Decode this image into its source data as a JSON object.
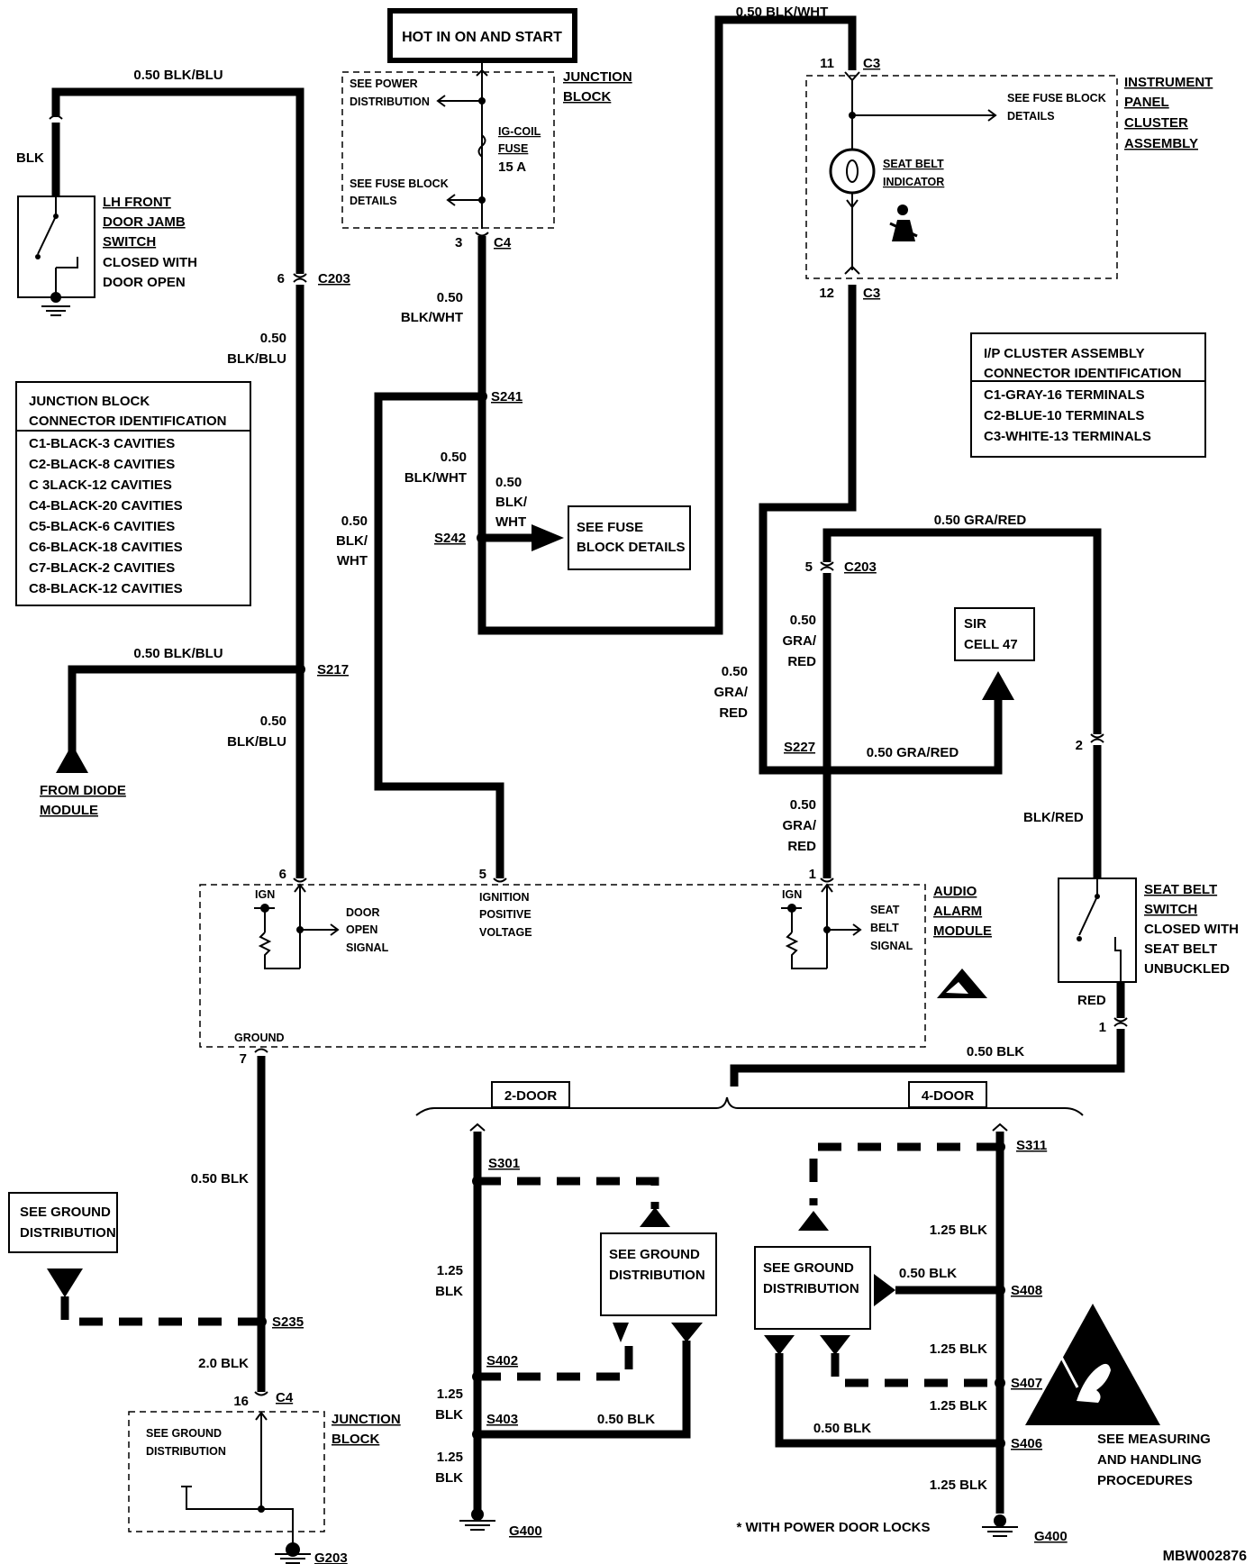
{
  "power_box": "HOT IN ON AND START",
  "junction_block_top": {
    "title_line1": "JUNCTION",
    "title_line2": "BLOCK",
    "see_power_line1": "SEE POWER",
    "see_power_line2": "DISTRIBUTION",
    "fuse_line1": "IG-COIL",
    "fuse_line2": "FUSE",
    "fuse_line3": "15 A",
    "see_fuse_line1": "SEE FUSE BLOCK",
    "see_fuse_line2": "DETAILS",
    "pin": "3",
    "connector": "C4"
  },
  "lh_switch": {
    "wire_top": "0.50 BLK/BLU",
    "wire_color": "BLK",
    "label_line1": "LH FRONT",
    "label_line2": "DOOR JAMB",
    "label_line3": "SWITCH",
    "label_line4": "CLOSED WITH",
    "label_line5": "DOOR OPEN",
    "c203_pin": "6",
    "c203": "C203",
    "wire_a1": "0.50",
    "wire_a2": "BLK/BLU"
  },
  "jb_connectors": {
    "title_line1": "JUNCTION BLOCK",
    "title_line2": "CONNECTOR IDENTIFICATION",
    "rows": [
      "C1-BLACK-3 CAVITIES",
      "C2-BLACK-8 CAVITIES",
      "C  3LACK-12 CAVITIES",
      "C4-BLACK-20 CAVITIES",
      "C5-BLACK-6 CAVITIES",
      "C6-BLACK-18 CAVITIES",
      "C7-BLACK-2 CAVITIES",
      "C8-BLACK-12 CAVITIES"
    ]
  },
  "diode": {
    "wire": "0.50 BLK/BLU",
    "splice": "S217",
    "wire_b1": "0.50",
    "wire_b2": "BLK/BLU",
    "label_line1": "FROM DIODE",
    "label_line2": "MODULE"
  },
  "ign_feed": {
    "w1a": "0.50",
    "w1b": "BLK/WHT",
    "s241": "S241",
    "w2a": "0.50",
    "w2b": "BLK/WHT",
    "w3a": "0.50",
    "w3b": "BLK/",
    "w3c": "WHT",
    "s242": "S242",
    "w4a": "0.50",
    "w4b": "BLK/",
    "w4c": "WHT",
    "see_fuse_line1": "SEE FUSE",
    "see_fuse_line2": "BLOCK DETAILS",
    "top_wire": "0.50 BLK/WHT"
  },
  "ipc": {
    "pin11": "11",
    "c3_top": "C3",
    "title_line1": "INSTRUMENT",
    "title_line2": "PANEL",
    "title_line3": "CLUSTER",
    "title_line4": "ASSEMBLY",
    "see_fuse_line1": "SEE FUSE BLOCK",
    "see_fuse_line2": "DETAILS",
    "indicator_line1": "SEAT BELT",
    "indicator_line2": "INDICATOR",
    "pin12": "12",
    "c3_bottom": "C3"
  },
  "ipc_connectors": {
    "title_line1": "I/P CLUSTER ASSEMBLY",
    "title_line2": "CONNECTOR IDENTIFICATION",
    "rows": [
      "C1-GRAY-16 TERMINALS",
      "C2-BLUE-10 TERMINALS",
      "C3-WHITE-13 TERMINALS"
    ]
  },
  "seat_belt_circuit": {
    "top_wire": "0.50 GRA/RED",
    "c203_pin": "5",
    "c203": "C203",
    "wa1": "0.50",
    "wa2": "GRA/",
    "wa3": "RED",
    "wb1": "0.50",
    "wb2": "GRA/",
    "wb3": "RED",
    "s227": "S227",
    "sir_wire": "0.50 GRA/RED",
    "sir_line1": "SIR",
    "sir_line2": "CELL 47",
    "wc1": "0.50",
    "wc2": "GRA/",
    "wc3": "RED",
    "pin2": "2",
    "blk_red": "BLK/RED",
    "switch_line1": "SEAT BELT",
    "switch_line2": "SWITCH",
    "switch_line3": "CLOSED WITH",
    "switch_line4": "SEAT BELT",
    "switch_line5": "UNBUCKLED",
    "red": "RED",
    "pin1": "1",
    "blk_wire": "0.50 BLK"
  },
  "audio_alarm": {
    "pin6": "6",
    "pin5": "5",
    "pin1": "1",
    "ign_left": "IGN",
    "ign_right": "IGN",
    "door_line1": "DOOR",
    "door_line2": "OPEN",
    "door_line3": "SIGNAL",
    "ignpos_line1": "IGNITION",
    "ignpos_line2": "POSITIVE",
    "ignpos_line3": "VOLTAGE",
    "seat_line1": "SEAT",
    "seat_line2": "BELT",
    "seat_line3": "SIGNAL",
    "title_line1": "AUDIO",
    "title_line2": "ALARM",
    "title_line3": "MODULE",
    "ground": "GROUND",
    "pin7": "7"
  },
  "ground_left": {
    "wire1": "0.50 BLK",
    "see_line1": "SEE GROUND",
    "see_line2": "DISTRIBUTION",
    "s235": "S235",
    "wire2": "2.0 BLK",
    "pin16": "16",
    "c4": "C4",
    "jb_line1": "JUNCTION",
    "jb_line2": "BLOCK",
    "inner_line1": "SEE GROUND",
    "inner_line2": "DISTRIBUTION",
    "g203": "G203"
  },
  "two_door": {
    "label": "2-DOOR",
    "s301": "S301",
    "w1a": "1.25",
    "w1b": "BLK",
    "see_line1": "SEE GROUND",
    "see_line2": "DISTRIBUTION",
    "s402": "S402",
    "w2a": "1.25",
    "w2b": "BLK",
    "s403": "S403",
    "w3": "0.50 BLK",
    "w4a": "1.25",
    "w4b": "BLK",
    "g400": "G400"
  },
  "four_door": {
    "label": "4-DOOR",
    "s311": "S311",
    "w1": "1.25 BLK",
    "see_line1": "SEE GROUND",
    "see_line2": "DISTRIBUTION",
    "w2": "0.50 BLK",
    "s408": "S408",
    "w3": "1.25 BLK",
    "s407": "S407",
    "w4": "1.25 BLK",
    "w5": "0.50 BLK",
    "s406": "S406",
    "w6": "1.25 BLK",
    "g400": "G400"
  },
  "footnote": "* WITH POWER DOOR LOCKS",
  "esd": {
    "line1": "SEE MEASURING",
    "line2": "AND HANDLING",
    "line3": "PROCEDURES"
  },
  "figure_id": "MBW002876"
}
